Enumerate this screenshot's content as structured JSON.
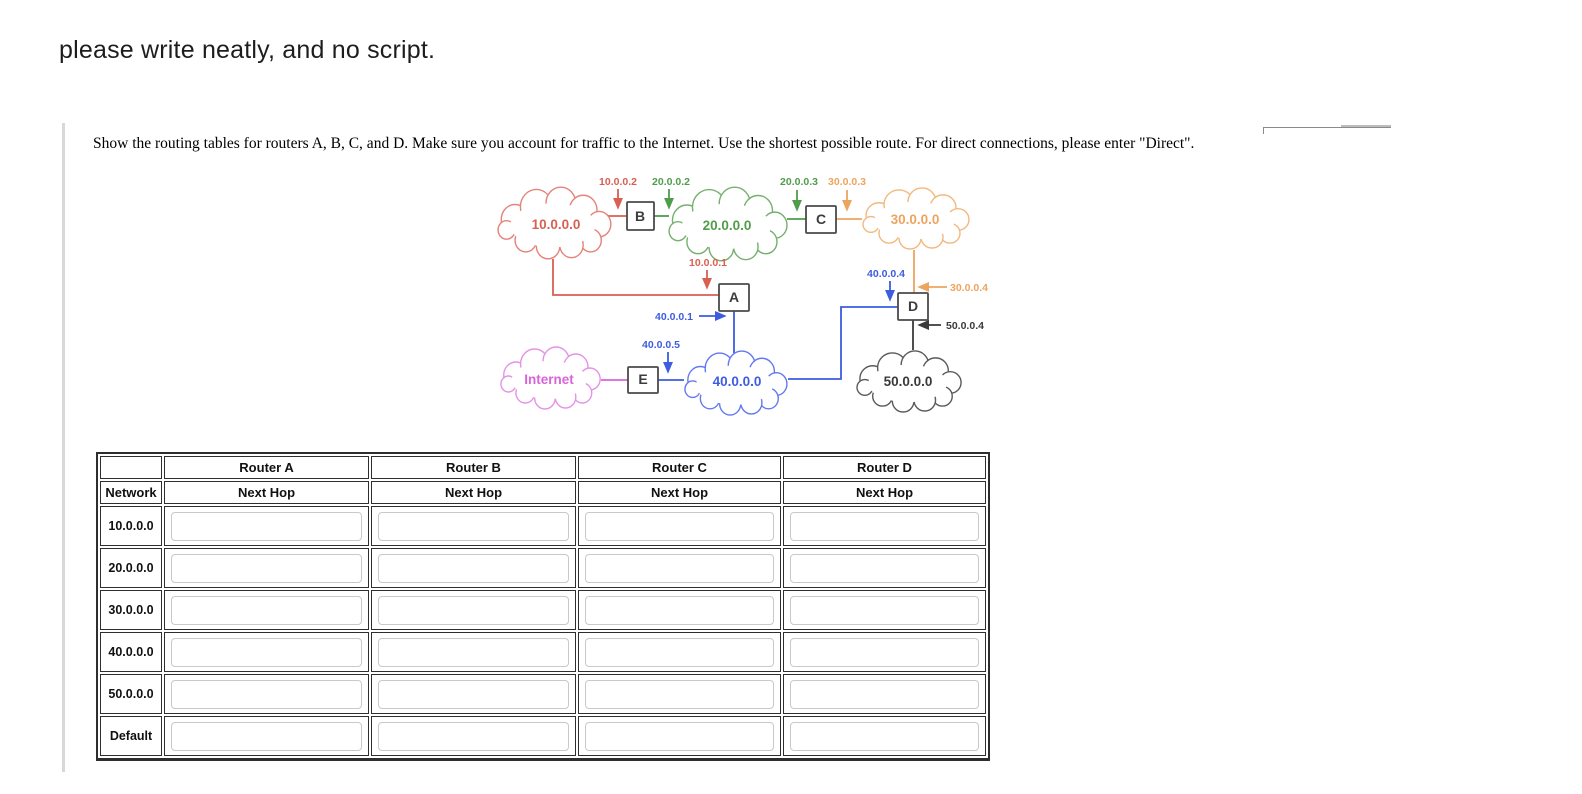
{
  "page": {
    "heading": "please write neatly, and no script."
  },
  "question": {
    "instructions": "Show the routing tables for routers A, B, C, and D. Make sure you account for traffic to the Internet. Use the shortest possible route. For direct connections, please enter \"Direct\"."
  },
  "diagram": {
    "colors": {
      "net10_red": "#d95f52",
      "net20_green": "#4f9c4a",
      "net30_orange": "#eda45f",
      "net40_blue": "#3d5ce0",
      "net50_gray": "#3a3a3a",
      "internet_magenta": "#d964d9"
    },
    "clouds": [
      {
        "label": "10.0.0.0"
      },
      {
        "label": "20.0.0.0"
      },
      {
        "label": "30.0.0.0"
      },
      {
        "label": "Internet"
      },
      {
        "label": "40.0.0.0"
      },
      {
        "label": "50.0.0.0"
      }
    ],
    "routers": [
      {
        "label": "B"
      },
      {
        "label": "C"
      },
      {
        "label": "A"
      },
      {
        "label": "D"
      },
      {
        "label": "E"
      }
    ],
    "interfaces": [
      {
        "text": "10.0.0.2"
      },
      {
        "text": "20.0.0.2"
      },
      {
        "text": "20.0.0.3"
      },
      {
        "text": "30.0.0.3"
      },
      {
        "text": "10.0.0.1"
      },
      {
        "text": "40.0.0.1"
      },
      {
        "text": "40.0.0.5"
      },
      {
        "text": "40.0.0.4"
      },
      {
        "text": "30.0.0.4"
      },
      {
        "text": "50.0.0.4"
      }
    ]
  },
  "table": {
    "corner_label": "",
    "network_header": "Network",
    "next_hop_label": "Next Hop",
    "column_headers": [
      "Router A",
      "Router B",
      "Router C",
      "Router D"
    ],
    "rows": [
      {
        "network": "10.0.0.0",
        "next_hops": [
          "",
          "",
          "",
          ""
        ]
      },
      {
        "network": "20.0.0.0",
        "next_hops": [
          "",
          "",
          "",
          ""
        ]
      },
      {
        "network": "30.0.0.0",
        "next_hops": [
          "",
          "",
          "",
          ""
        ]
      },
      {
        "network": "40.0.0.0",
        "next_hops": [
          "",
          "",
          "",
          ""
        ]
      },
      {
        "network": "50.0.0.0",
        "next_hops": [
          "",
          "",
          "",
          ""
        ]
      },
      {
        "network": "Default",
        "next_hops": [
          "",
          "",
          "",
          ""
        ]
      }
    ]
  }
}
